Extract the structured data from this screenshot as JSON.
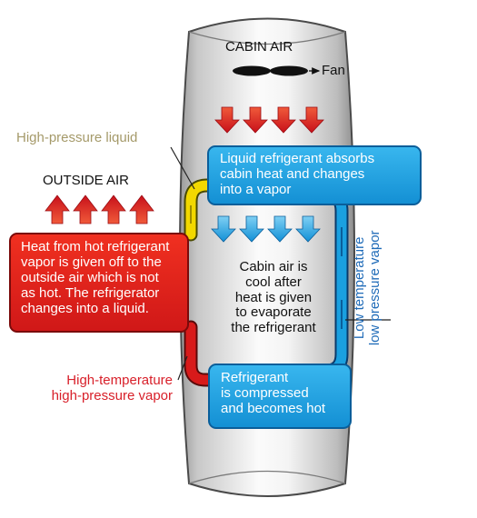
{
  "labels": {
    "cabin_air": "CABIN AIR",
    "fan": "Fan",
    "high_pressure_liquid": "High-pressure liquid",
    "outside_air": "OUTSIDE AIR",
    "high_temp_vapor": [
      "High-temperature",
      "high-pressure vapor"
    ],
    "low_temp_vapor": [
      "Low temperature",
      "low pressure vapor"
    ],
    "cool_air": [
      "Cabin air is",
      "cool after",
      "heat is given",
      "to evaporate",
      "the refrigerant"
    ]
  },
  "boxes": {
    "absorb": [
      "Liquid refrigerant absorbs",
      "cabin heat and changes",
      "into a vapor"
    ],
    "heat_given_off": [
      "Heat from hot refrigerant",
      "vapor is given off to the",
      "outside air which is not",
      "as hot. The refrigerator",
      "changes into a liquid."
    ],
    "compressed": [
      "Refrigerant",
      "is compressed",
      "and becomes hot"
    ]
  },
  "colors": {
    "hot_red": "#e8202a",
    "cool_blue": "#1aa0e0",
    "liquid_yellow": "#f2d800",
    "olive_label": "#a59a6a",
    "red_label": "#d8202a",
    "blue_label": "#1f6bb8"
  }
}
